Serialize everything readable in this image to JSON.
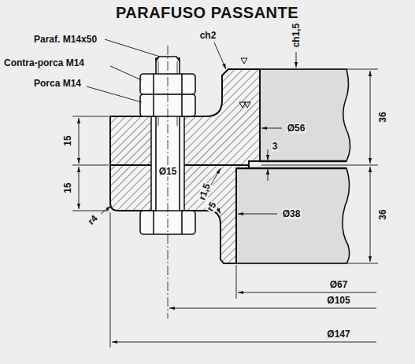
{
  "diagram": {
    "title": "PARAFUSO PASSANTE",
    "labels": [
      "Paraf. M14x50",
      "Contra-porca M14",
      "Porca M14",
      "ch2",
      "ch1,5",
      "36",
      "Ø56",
      "3",
      "15",
      "15",
      "Ø15",
      "r1,5",
      "36",
      "r4",
      "r5",
      "Ø38",
      "Ø67",
      "Ø105",
      "Ø147"
    ]
  }
}
